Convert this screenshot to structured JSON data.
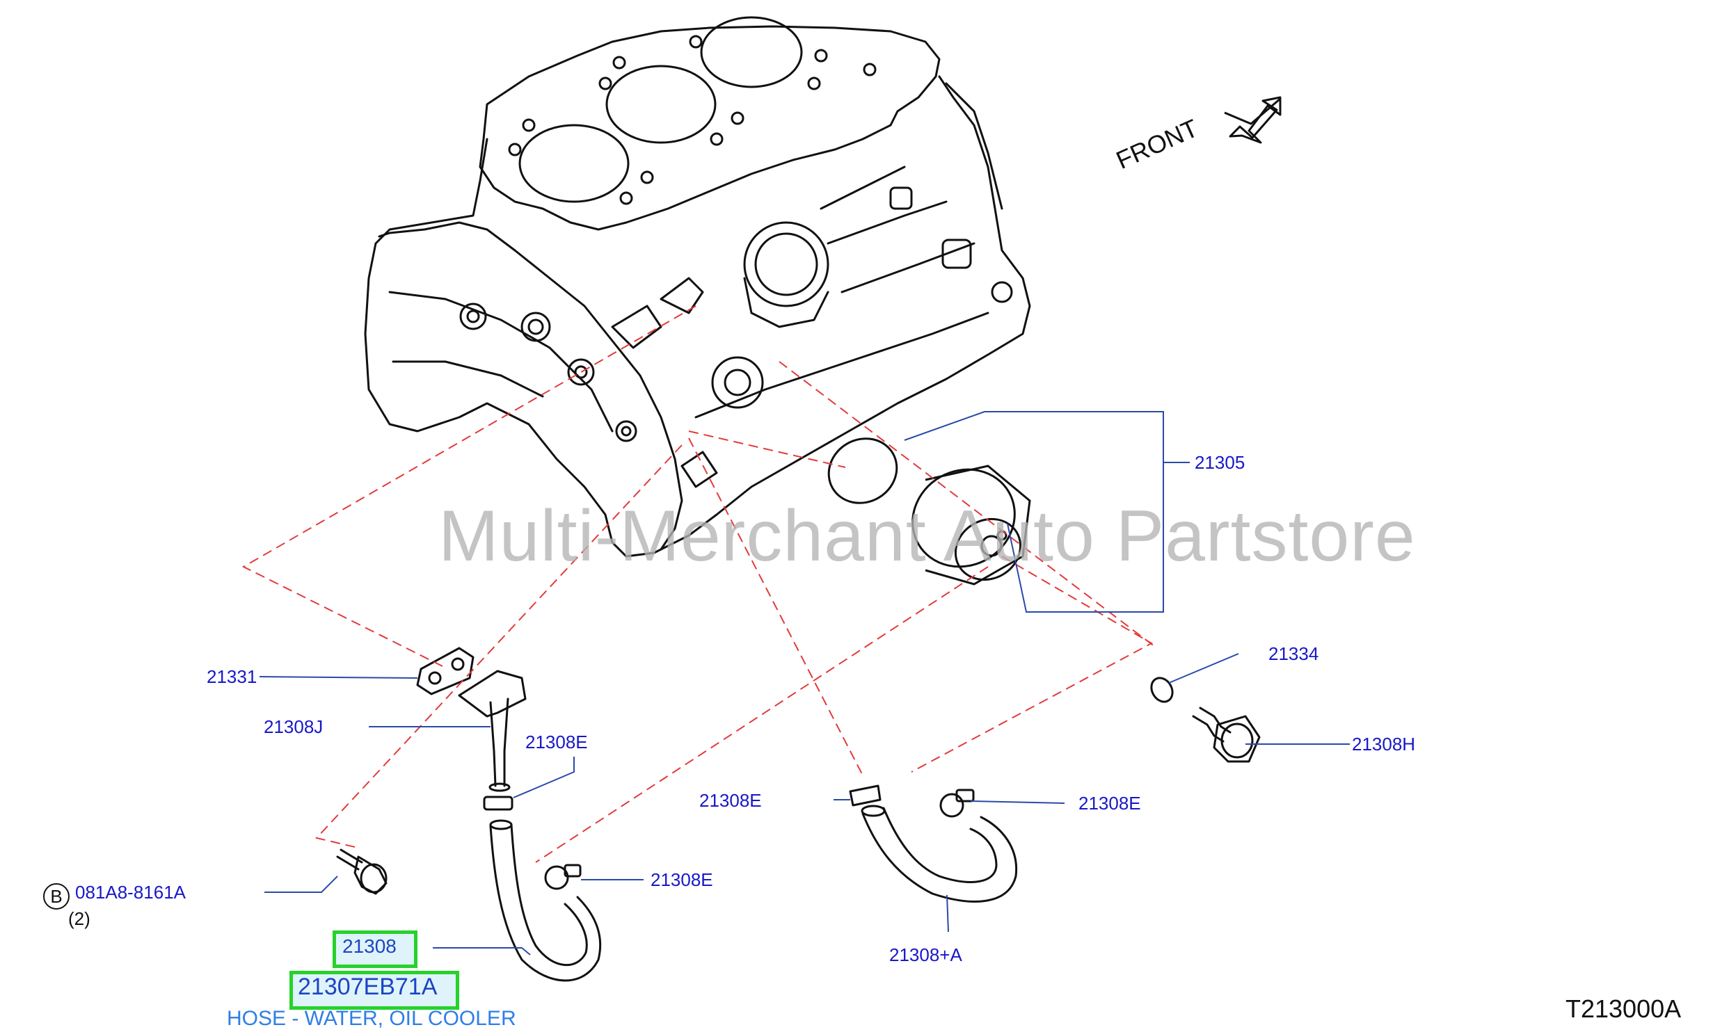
{
  "orientation_label": "FRONT",
  "watermark": "Multi-Merchant Auto Partstore",
  "diagram_code": "T213000A",
  "callouts": {
    "c21305": "21305",
    "c21331": "21331",
    "c21308J": "21308J",
    "c21308E_a": "21308E",
    "c21308E_b": "21308E",
    "c21308E_c": "21308E",
    "c21308E_d": "21308E",
    "c21334": "21334",
    "c21308H": "21308H",
    "c21308A": "21308+A",
    "c21308": "21308",
    "bolt_part": "081A8-8161A",
    "bolt_ref": "B",
    "bolt_qty": "(2)"
  },
  "highlight": {
    "part_number": "21307EB71A",
    "description": "HOSE - WATER, OIL COOLER"
  },
  "colors": {
    "label_blue": "#1818c8",
    "highlight_border": "#27d22b",
    "highlight_fill": "#dff3fb",
    "description_blue": "#2f7ee6",
    "dash_red": "#e23b3b",
    "leader_blue": "#2a4aa8",
    "watermark_gray": "#b4b4b4"
  }
}
